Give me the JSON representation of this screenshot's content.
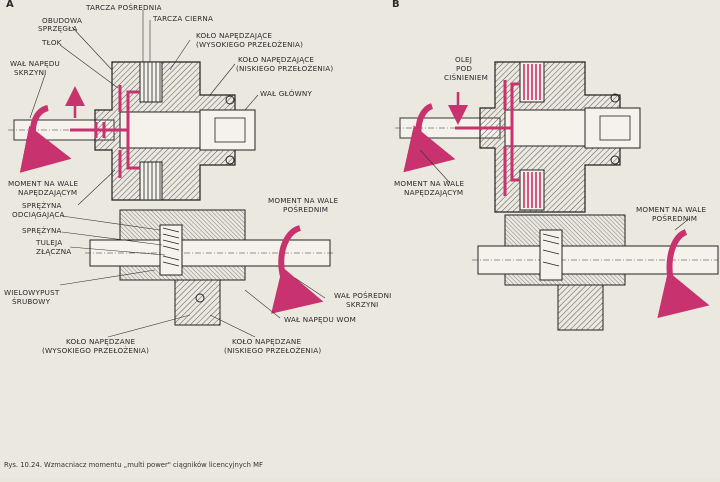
{
  "panels": {
    "a": "A",
    "b": "B"
  },
  "left_labels": {
    "tarcza_posrednia": "TARCZA POŚREDNIA",
    "tarcza_cierna": "TARCZA CIERNA",
    "obudowa_1": "OBUDOWA",
    "obudowa_2": "SPRZĘGŁA",
    "tlok": "TŁOK",
    "kolo_nap_wys_1": "KOŁO NAPĘDZAJĄCE",
    "kolo_nap_wys_2": "(WYSOKIEGO PRZEŁOŻENIA)",
    "kolo_nap_nis_1": "KOŁO NAPĘDZAJĄCE",
    "kolo_nap_nis_2": "(NISKIEGO PRZEŁOŻENIA)",
    "wal_napedu_1": "WAŁ NAPĘDU",
    "wal_napedu_2": "SKRZYNI",
    "wal_glowny": "WAŁ GŁÓWNY",
    "moment_nap_1": "MOMENT NA WALE",
    "moment_nap_2": "NAPĘDZAJĄCYM",
    "sprezyna_odc_1": "SPRĘŻYNA",
    "sprezyna_odc_2": "ODCIĄGAJĄCA",
    "sprezyna": "SPRĘŻYNA",
    "tuleja_1": "TULEJA",
    "tuleja_2": "ZŁĄCZNA",
    "moment_pos_1": "MOMENT NA WALE",
    "moment_pos_2": "POŚREDNIM",
    "wielowypust_1": "WIELOWYPUST",
    "wielowypust_2": "ŚRUBOWY",
    "wal_posr_1": "WAŁ POŚREDNI",
    "wal_posr_2": "SKRZYNI",
    "wal_wom": "WAŁ NAPĘDU WOM",
    "kolo_ned_wys_1": "KOŁO NAPĘDZANE",
    "kolo_ned_wys_2": "(WYSOKIEGO PRZEŁOŻENIA)",
    "kolo_ned_nis_1": "KOŁO NAPĘDZANE",
    "kolo_ned_nis_2": "(NISKIEGO PRZEŁOŻENIA)"
  },
  "right_labels": {
    "olej_1": "OLEJ",
    "olej_2": "POD",
    "olej_3": "CIŚNIENIEM",
    "moment_nap_1": "MOMENT NA WALE",
    "moment_nap_2": "NAPĘDZAJĄCYM",
    "moment_pos_1": "MOMENT NA WALE",
    "moment_pos_2": "POŚREDNIM"
  },
  "caption": "Rys. 10.24. Wzmacniacz momentu „multi power\" ciągników licencyjnych MF",
  "colors": {
    "accent": "#c8326e",
    "ink": "#2a2a2a",
    "paper": "#ebe8df"
  }
}
